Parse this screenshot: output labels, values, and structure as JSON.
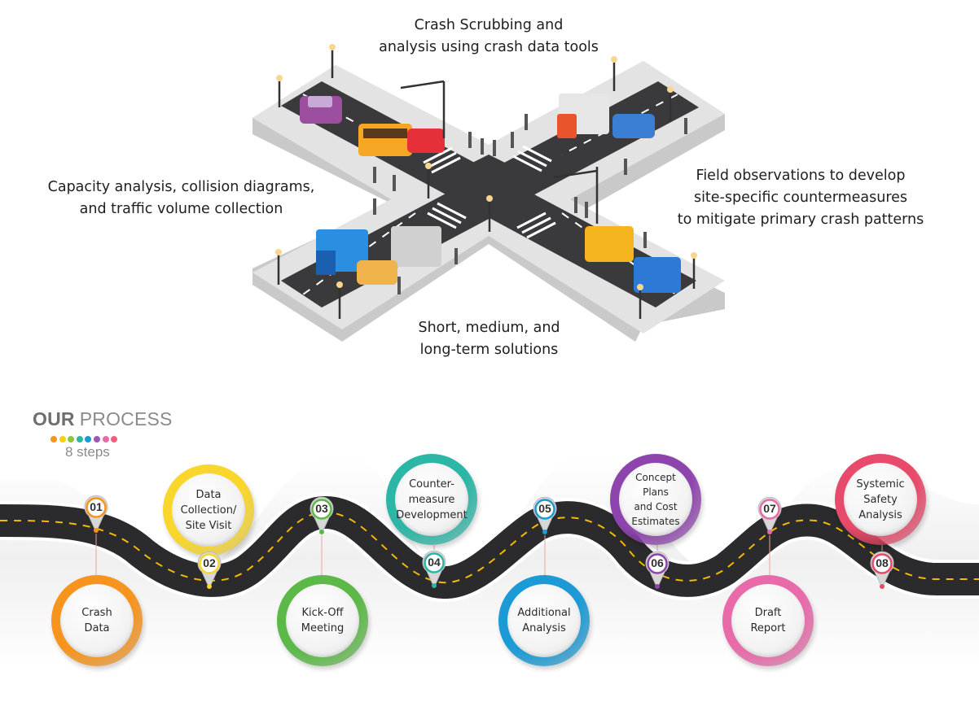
{
  "captions": {
    "top": [
      "Crash Scrubbing and",
      "analysis using crash data tools"
    ],
    "left": [
      "Capacity analysis, collision diagrams,",
      "and traffic volume collection"
    ],
    "right": [
      "Field observations to develop",
      "site-specific countermeasures",
      "to mitigate primary crash patterns"
    ],
    "bottom": [
      "Short, medium, and",
      "long-term solutions"
    ]
  },
  "process": {
    "title_bold": "OUR",
    "title_light": "PROCESS",
    "subtitle": "8 steps",
    "dot_colors": [
      "#f7941d",
      "#f5d20a",
      "#8dc63f",
      "#2bb6a6",
      "#1b9ad6",
      "#9b59b6",
      "#e86aa9",
      "#f0607c"
    ]
  },
  "steps": [
    {
      "num": "01",
      "label": [
        "Crash",
        "Data"
      ],
      "color": "#f7941d"
    },
    {
      "num": "02",
      "label": [
        "Data",
        "Collection/",
        "Site Visit"
      ],
      "color": "#f8d62b"
    },
    {
      "num": "03",
      "label": [
        "Kick-Off",
        "Meeting"
      ],
      "color": "#5bb947"
    },
    {
      "num": "04",
      "label": [
        "Counter-",
        "measure",
        "Development"
      ],
      "color": "#2bb6a6"
    },
    {
      "num": "05",
      "label": [
        "Additional",
        "Analysis"
      ],
      "color": "#1b9ad6"
    },
    {
      "num": "06",
      "label": [
        "Concept",
        "Plans",
        "and Cost",
        "Estimates"
      ],
      "color": "#8e44ad"
    },
    {
      "num": "07",
      "label": [
        "Draft",
        "Report"
      ],
      "color": "#e86aa9"
    },
    {
      "num": "08",
      "label": [
        "Systemic",
        "Safety",
        "Analysis"
      ],
      "color": "#e84a6b"
    }
  ]
}
